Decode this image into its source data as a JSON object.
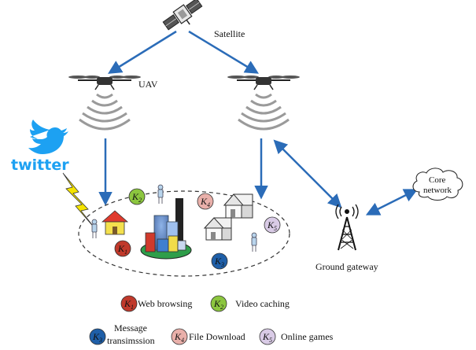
{
  "labels": {
    "satellite": "Satellite",
    "uav": "UAV",
    "twitter": "twitter",
    "core_network_line1": "Core",
    "core_network_line2": "network",
    "ground_gateway": "Ground gateway"
  },
  "services": [
    {
      "k": "K",
      "sub": "1",
      "color": "#c0392b",
      "text": "Web browsing"
    },
    {
      "k": "K",
      "sub": "2",
      "color": "#8cc63f",
      "text": "Video caching"
    },
    {
      "k": "K",
      "sub": "3",
      "color": "#1f5fa8",
      "text_line1": "Message",
      "text_line2": "transimssion"
    },
    {
      "k": "K",
      "sub": "4",
      "color": "#e9b0aa",
      "text": "File Download"
    },
    {
      "k": "K",
      "sub": "5",
      "color": "#d9cbe6",
      "text": "Online games"
    }
  ],
  "colors": {
    "link_arrow": "#2b6cb8",
    "interference": "#f5e400"
  }
}
